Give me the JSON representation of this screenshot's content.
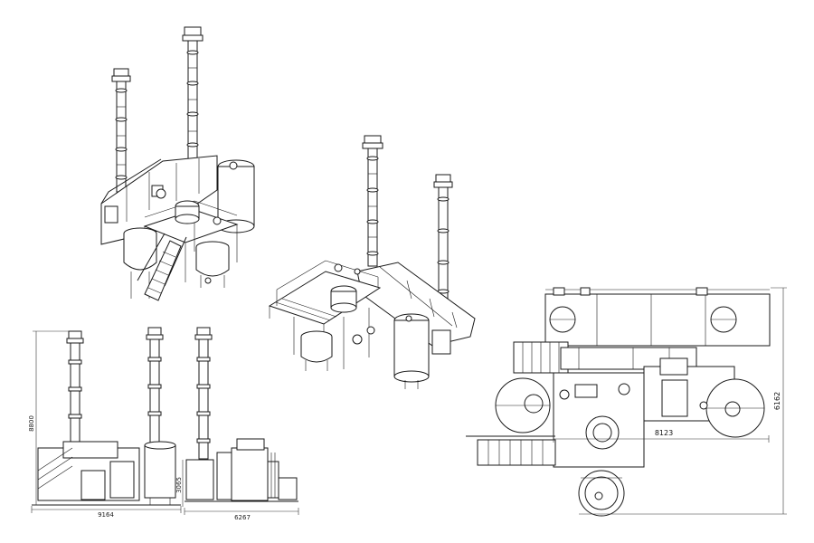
{
  "drawing": {
    "dimensions": {
      "front_height": "8800",
      "front_width": "9164",
      "side_height": "3065",
      "side_width": "6267",
      "plan_width": "8123",
      "plan_height": "6162"
    },
    "line_color": "#1a1a1a",
    "background": "#ffffff"
  }
}
